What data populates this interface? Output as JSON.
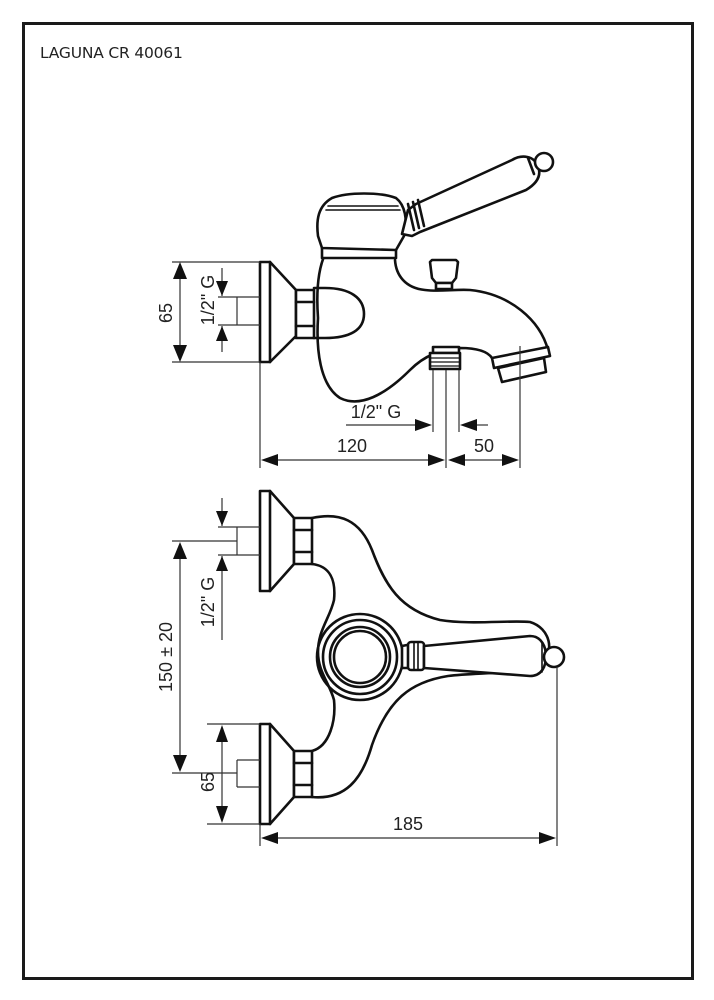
{
  "title": "LAGUNA CR 40061",
  "side_view": {
    "dimensions": {
      "height": "65",
      "inlet_thread": "1/2\" G",
      "outlet_thread": "1/2\" G",
      "projection": "120",
      "spout_offset": "50"
    }
  },
  "top_view": {
    "dimensions": {
      "inlet_thread": "1/2\" G",
      "center_distance": "150 ± 20",
      "height": "65",
      "depth": "185"
    }
  },
  "colors": {
    "line": "#111111",
    "background": "#ffffff",
    "frame": "#1a1a1a"
  }
}
